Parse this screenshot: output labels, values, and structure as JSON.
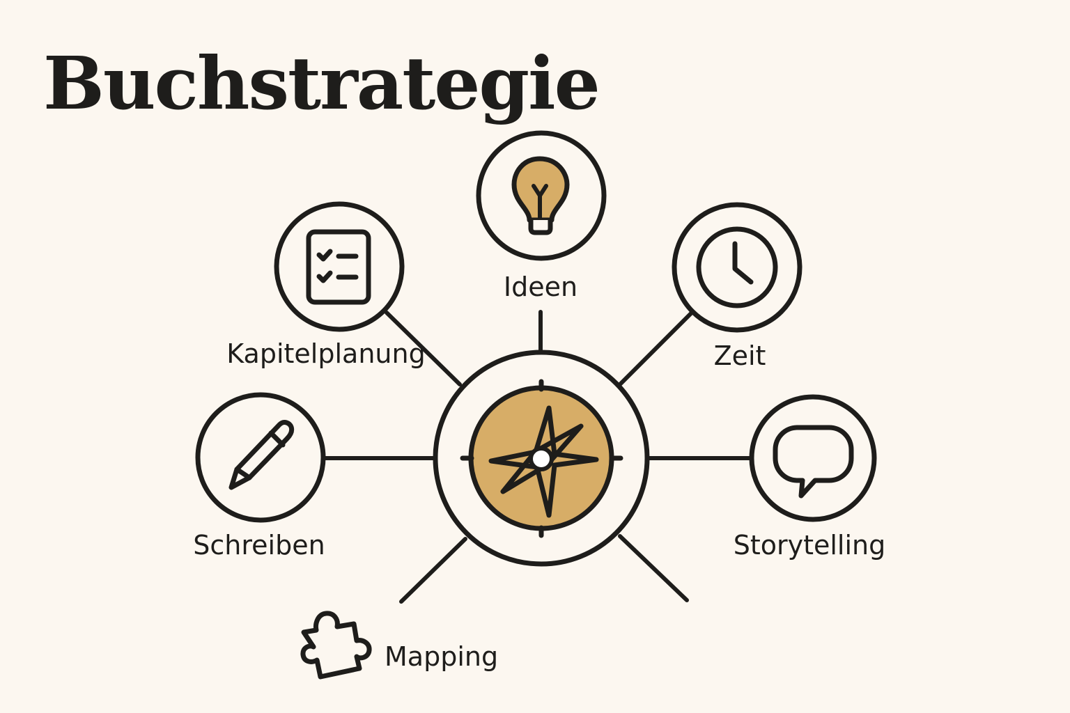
{
  "title": "Buchstrategie",
  "colors": {
    "background": "#fcf7f0",
    "ink": "#1e1d1b",
    "accent": "#d7ad67"
  },
  "center": {
    "icon": "compass-icon"
  },
  "nodes": [
    {
      "id": "ideen",
      "label": "Ideen",
      "icon": "lightbulb-icon"
    },
    {
      "id": "kapitelplanung",
      "label": "Kapitelplanung",
      "icon": "checklist-icon"
    },
    {
      "id": "zeit",
      "label": "Zeit",
      "icon": "clock-icon"
    },
    {
      "id": "schreiben",
      "label": "Schreiben",
      "icon": "pencil-icon"
    },
    {
      "id": "storytelling",
      "label": "Storytelling",
      "icon": "speech-bubble-icon"
    },
    {
      "id": "mapping",
      "label": "Mapping",
      "icon": "puzzle-piece-icon"
    }
  ]
}
